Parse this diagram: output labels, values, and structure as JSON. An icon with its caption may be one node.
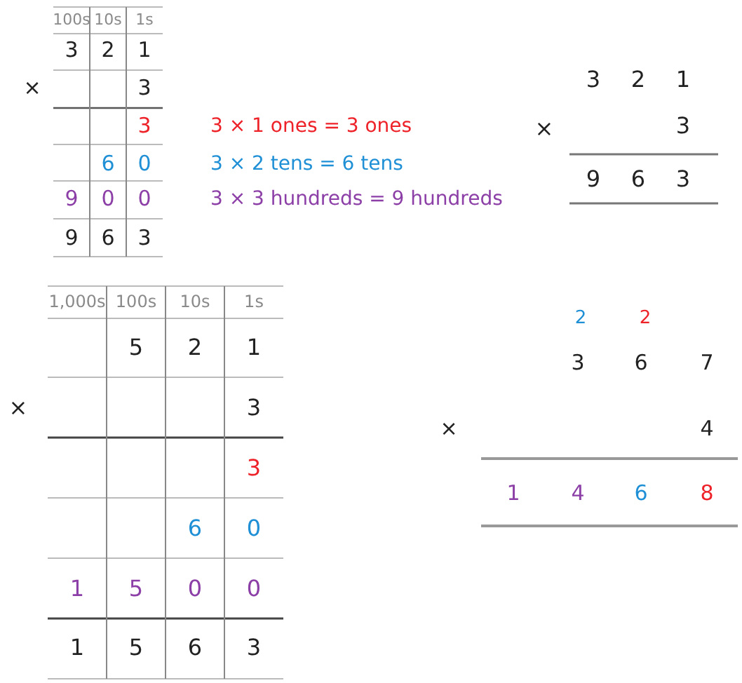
{
  "diagram": {
    "labels": [
      "100s",
      "10s",
      "1s",
      "3",
      "2",
      "1",
      "×",
      "3",
      "3",
      "6",
      "0",
      "9",
      "0",
      "0",
      "9",
      "6",
      "3",
      "3 × 1 ones = 3 ones",
      "3 × 2 tens = 6 tens",
      "3 × 3 hundreds = 9 hundreds",
      "3",
      "2",
      "1",
      "×",
      "3",
      "9",
      "6",
      "3",
      "1,000s",
      "100s",
      "10s",
      "1s",
      "5",
      "2",
      "1",
      "×",
      "3",
      "3",
      "6",
      "0",
      "1",
      "5",
      "0",
      "0",
      "1",
      "5",
      "6",
      "3",
      "2",
      "2",
      "3",
      "6",
      "7",
      "×",
      "4",
      "1",
      "4",
      "6",
      "8"
    ]
  }
}
